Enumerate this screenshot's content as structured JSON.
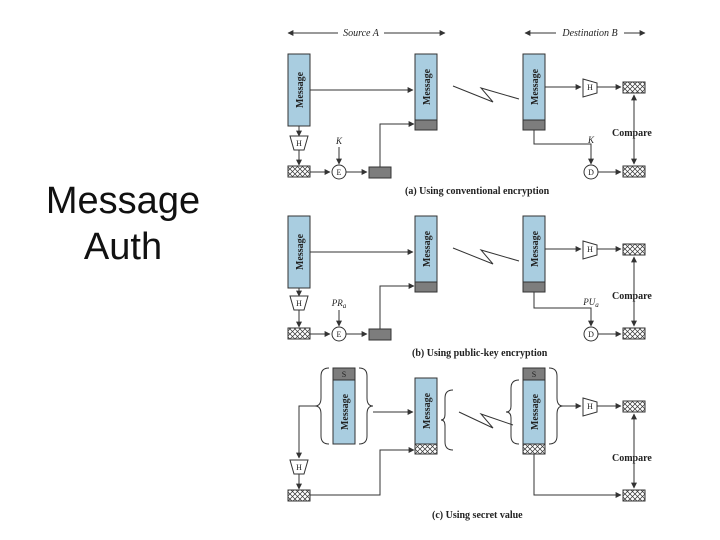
{
  "slide": {
    "title_line1": "Message",
    "title_line2": "Auth"
  },
  "figure": {
    "source_label": "Source A",
    "destination_label": "Destination B",
    "message_label": "Message",
    "hash_label": "H",
    "encrypt_label": "E",
    "decrypt_label": "D",
    "compare_label": "Compare",
    "secret_label": "S",
    "key_label": "K",
    "private_key_label": "PR",
    "private_key_sub": "a",
    "public_key_label": "PU",
    "public_key_sub": "a",
    "caption_a": "(a) Using conventional encryption",
    "caption_b": "(b) Using public-key encryption",
    "caption_c": "(c) Using secret value"
  },
  "colors": {
    "message_fill": "#a9cde0",
    "hash_fill": "#7d7d7d",
    "line": "#333333"
  }
}
